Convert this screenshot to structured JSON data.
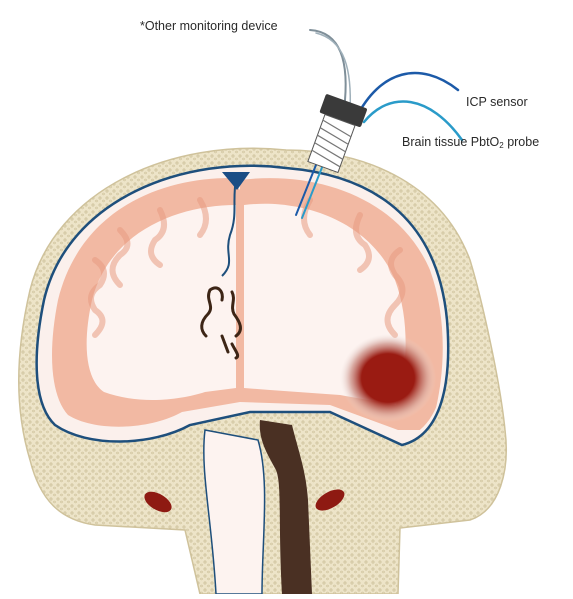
{
  "labels": {
    "other_device": "*Other monitoring device",
    "icp_sensor": "ICP sensor",
    "pbto2_prefix": "Brain tissue PbtO",
    "pbto2_subscript": "2",
    "pbto2_suffix": " probe"
  },
  "colors": {
    "skull_fill": "#ede4c8",
    "skull_dots": "#c9bc95",
    "brain_cortex": "#f2b9a3",
    "white_matter": "#fdf3f0",
    "csf_outline": "#1e4f7c",
    "ventricle_dark": "#3d2516",
    "brainstem": "#4a3023",
    "sinus_blue": "#1a4d85",
    "lesion": "#9a1b12",
    "orbit_red": "#8e1a12",
    "device_body": "#3a3a3a",
    "icp_wire": "#1c5aa8",
    "pbto2_wire": "#2a9bc9",
    "other_wire": "#7f8f99"
  },
  "icons": {
    "bolt": "cranial-bolt-icon"
  }
}
